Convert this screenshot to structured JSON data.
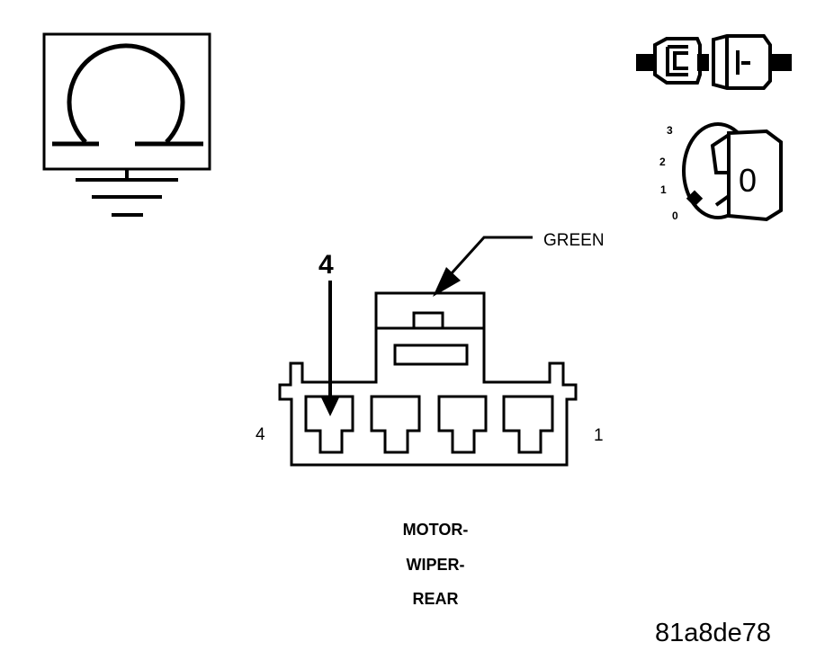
{
  "diagram": {
    "pin_callout": "4",
    "wire_color_label": "GREEN",
    "pin_left_label": "4",
    "pin_right_label": "1",
    "connector_name_line1": "MOTOR-",
    "connector_name_line2": "WIPER-",
    "connector_name_line3": "REAR",
    "figure_id": "81a8de78"
  },
  "ignition_switch": {
    "positions": [
      "3",
      "2",
      "1",
      "0"
    ],
    "key_label": "0"
  },
  "icons": {
    "ohmmeter": "ohmmeter-icon",
    "ground": "ground-icon",
    "connector_pair": "disconnected-connector-icon",
    "ignition": "ignition-key-icon"
  }
}
